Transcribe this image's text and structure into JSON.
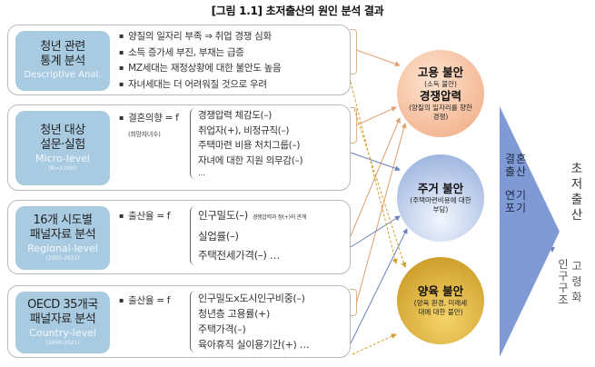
{
  "title": "[그림 1.1] 초저출산의 원인 분석 결과",
  "rows": [
    {
      "label_ko_1": "청년 관련",
      "label_ko_2": "통계 분석",
      "label_en": "Descriptive Anal.",
      "label_sub": "",
      "bullets": [
        "양질의 일자리 부족 ⇒ 취업 경쟁 심화",
        "소득 증가세 부진, 부채는 급증",
        "MZ세대는 재정상황에 대한 불안도 높음",
        "자녀세대는 더 어려워질 것으로 우려"
      ]
    },
    {
      "label_ko_1": "청년 대상",
      "label_ko_2": "설문·실험",
      "label_en": "Micro-level",
      "label_sub": "(N=2,000)",
      "equation": "결혼의향 = f",
      "equation_sub": "(희망자녀수)",
      "factors": [
        "경쟁압력 체감도(–)",
        "취업자(+), 비정규직(–)",
        "주택마련 비용 처치그룹(–)",
        "자녀에 대한 지원 의무감(–)",
        "…"
      ]
    },
    {
      "label_ko_1": "16개 시도별",
      "label_ko_2": "패널자료 분석",
      "label_en": "Regional-level",
      "label_sub": "(2005-2021)",
      "equation": "출산율 = f",
      "factors": [
        "인구밀도(–)",
        "실업률(–)",
        "주택전세가격(–) …"
      ],
      "factor_note": "경쟁압력과 정(+)의 관계"
    },
    {
      "label_ko_1": "OECD 35개국",
      "label_ko_2": "패널자료 분석",
      "label_en": "Country-level",
      "label_sub": "(2000-2021)",
      "equation": "출산율 = f",
      "factors": [
        "인구밀도x도시인구비중(–)",
        "청년층 고용률(+)",
        "주택가격(–)",
        "육아휴직 실이용기간(+) …"
      ]
    }
  ],
  "circles": [
    {
      "head_1": "고용 불안",
      "sub_1": "(소득 불안)",
      "head_2": "경쟁압력",
      "sub_2": "(양질의 일자리를 향한 경쟁)",
      "color": "#f3b38b"
    },
    {
      "head_1": "주거 불안",
      "sub_1": "(주택마련비용에 대한 부담)",
      "color": "#9db6e0"
    },
    {
      "head_1": "양육 불안",
      "sub_1": "(양육 환경, 미래세대에 대한 불안)",
      "color": "#d9a928"
    }
  ],
  "triangle": {
    "line_1": "결혼",
    "line_2": "출산",
    "line_3": "연기",
    "line_4": "포기",
    "color": "#7f9ad4"
  },
  "outcome": {
    "main": [
      "초",
      "저",
      "출",
      "산"
    ],
    "left_col": [
      "인",
      "구",
      "구",
      "조"
    ],
    "right_col": [
      "고",
      "령",
      "화"
    ]
  },
  "arrow_colors": {
    "orange": "#e0a070",
    "blue": "#6a82b8",
    "gold": "#d4a02a"
  }
}
